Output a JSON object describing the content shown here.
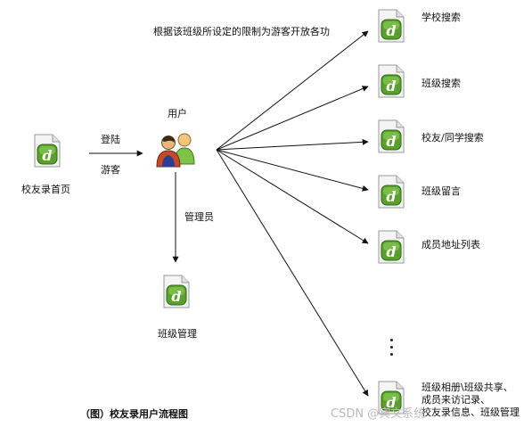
{
  "diagram": {
    "header_note": "根据该班级所设定的限制为游客开放各功",
    "home_label": "校友录首页",
    "login_label": "登陆",
    "guest_label": "游客",
    "user_label": "用户",
    "admin_edge_label": "管理员",
    "admin_node_label": "班级管理",
    "functions": [
      {
        "label": "学校搜索"
      },
      {
        "label": "班级搜索"
      },
      {
        "label": "校友/同学搜索"
      },
      {
        "label": "班级留言"
      },
      {
        "label": "成员地址列表"
      }
    ],
    "last_function_lines": [
      "班级相册\\班级共享、",
      "成员来访记录、",
      "校友录信息、班级管理"
    ],
    "caption": "（图）校友录用户流程图",
    "watermark": "CSDN @宾文系统"
  },
  "colors": {
    "line": "#111111",
    "doc_fill": "#f4f4f4",
    "badge_green": "#5aa02c",
    "badge_dark": "#2e6b10"
  },
  "icons": {
    "document": "dreamweaver-file-icon",
    "users": "users-group-icon"
  }
}
